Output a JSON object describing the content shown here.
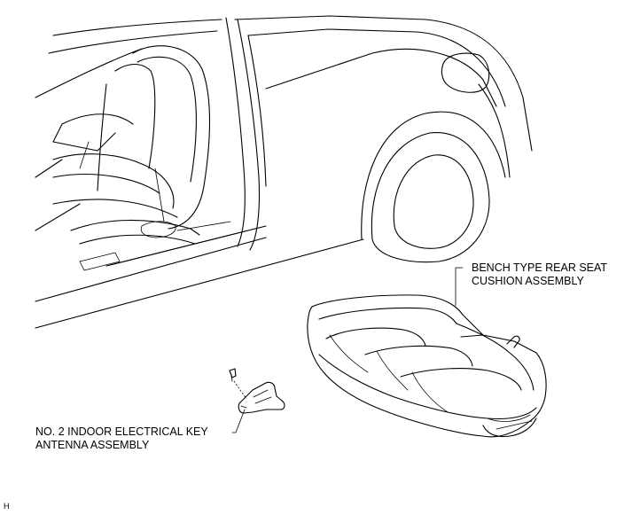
{
  "labels": {
    "rear_seat": {
      "line1": "BENCH TYPE REAR SEAT",
      "line2": "CUSHION ASSEMBLY"
    },
    "antenna": {
      "line1": "NO. 2 INDOOR ELECTRICAL KEY",
      "line2": "ANTENNA ASSEMBLY"
    },
    "corner_mark": "H"
  }
}
